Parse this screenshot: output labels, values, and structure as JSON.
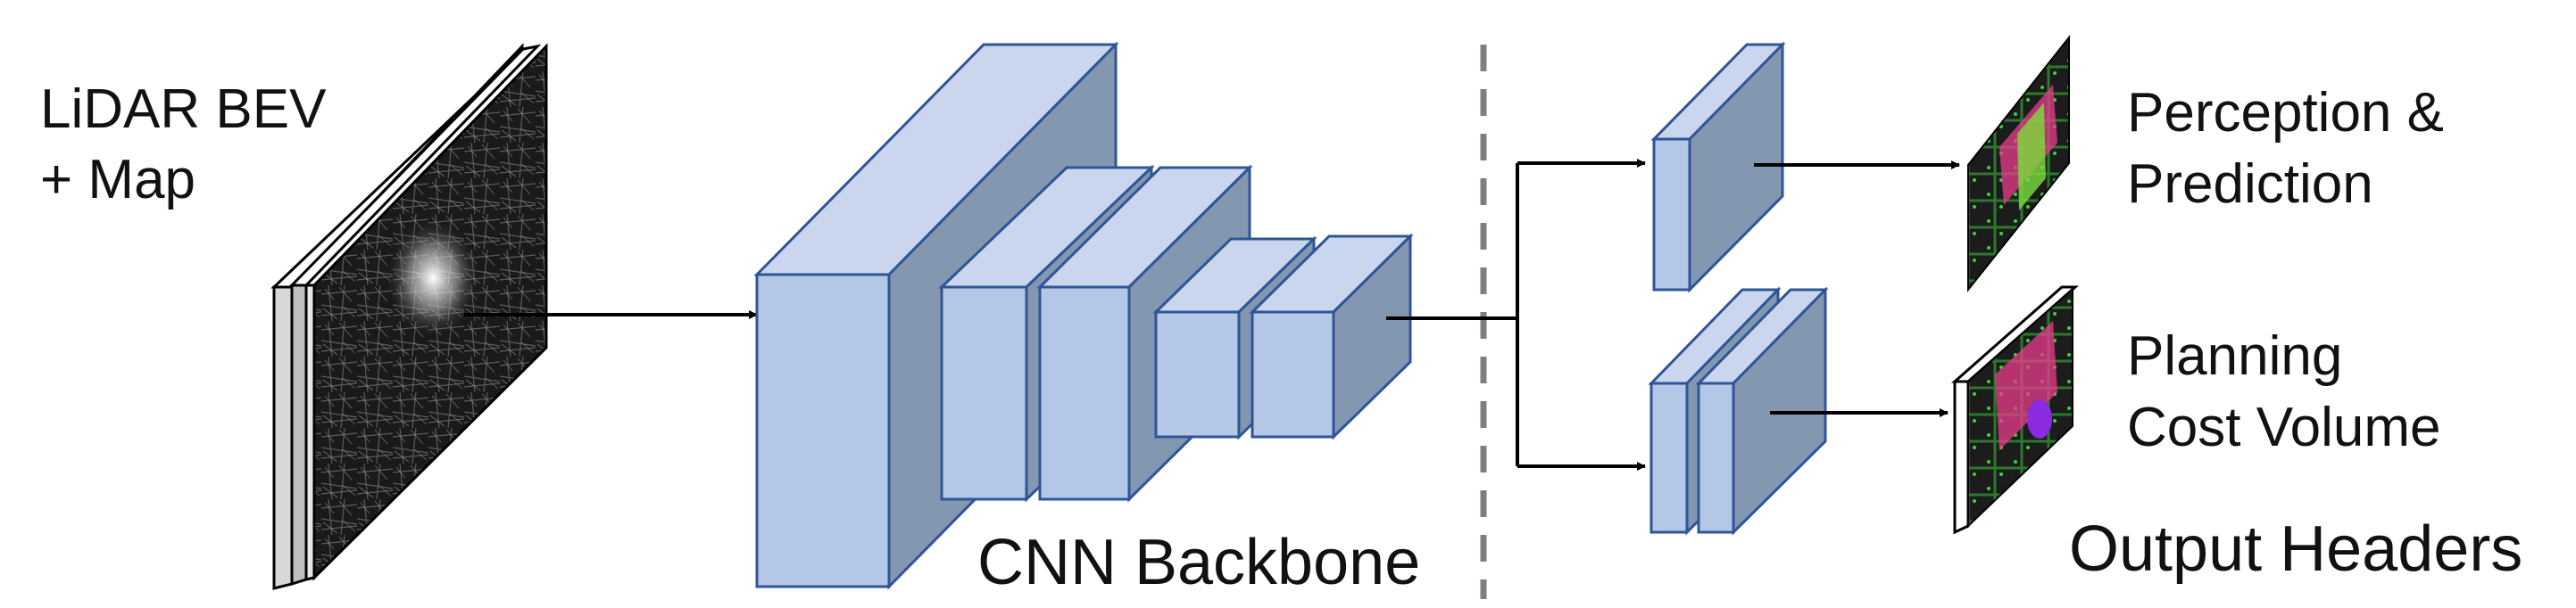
{
  "input": {
    "label_line1": "LiDAR BEV",
    "label_line2": "+ Map"
  },
  "backbone": {
    "label": "CNN Backbone"
  },
  "heads": {
    "label": "Output Headers",
    "perception_line1": "Perception &",
    "perception_line2": "Prediction",
    "planning_line1": "Planning",
    "planning_line2": "Cost Volume"
  },
  "colors": {
    "block_front": "#b4c7e7",
    "block_side": "#8497b0",
    "block_stroke": "#2f5597",
    "arrow": "#000000",
    "divider": "#7f7f7f"
  }
}
